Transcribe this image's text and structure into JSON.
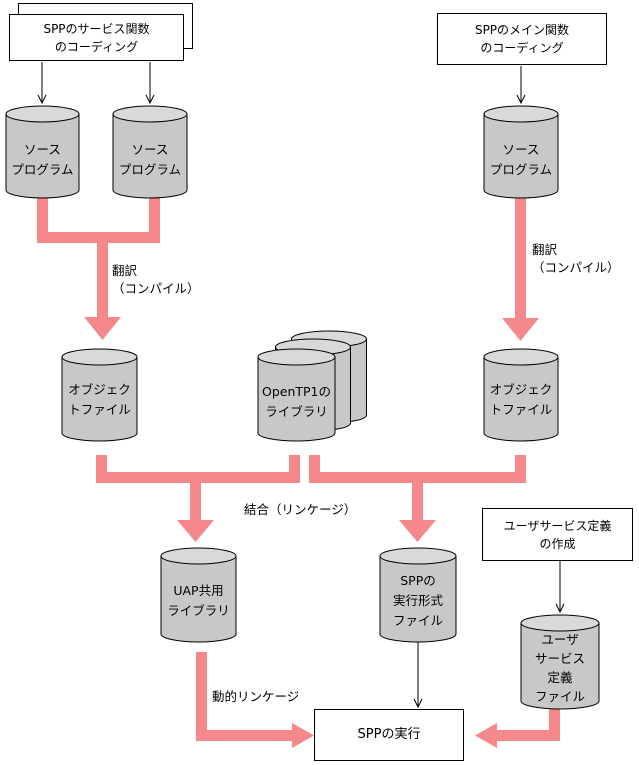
{
  "boxes": {
    "spp_service_coding": "SPPのサービス関数\nのコーディング",
    "spp_main_coding": "SPPのメイン関数\nのコーディング",
    "user_service_def": "ユーザサービス定義\nの作成",
    "spp_run": "SPPの実行"
  },
  "cylinders": {
    "source_1": "ソース\nプログラム",
    "source_2": "ソース\nプログラム",
    "source_3": "ソース\nプログラム",
    "object_1": "オブジェク\nトファイル",
    "openTP1_lib": "OpenTP1の\nライブラリ",
    "object_2": "オブジェク\nトファイル",
    "uap_shared_lib": "UAP共用\nライブラリ",
    "spp_exec_file": "SPPの\n実行形式\nファイル",
    "user_service_file": "ユーザ\nサービス\n定義\nファイル"
  },
  "labels": {
    "compile_left": "翻訳\n（コンパイル）",
    "compile_right": "翻訳\n（コンパイル）",
    "link": "結合（リンケージ）",
    "dynamic_link": "動的リンケージ"
  },
  "colors": {
    "arrow": "#f4888b",
    "cyl_side": "#c8c8c8",
    "cyl_top": "#d9d9d9"
  }
}
